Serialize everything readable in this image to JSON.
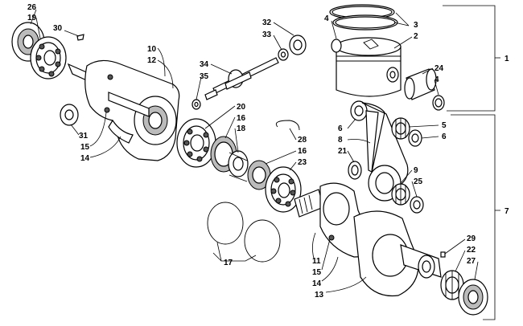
{
  "callouts": {
    "c26": "26",
    "c19": "19",
    "c30": "30",
    "c10": "10",
    "c12": "12",
    "c31": "31",
    "c15a": "15",
    "c14a": "14",
    "c32": "32",
    "c33": "33",
    "c34": "34",
    "c35": "35",
    "c4a": "4",
    "c3": "3",
    "c2": "2",
    "c1": "1",
    "c24": "24",
    "c4b": "4",
    "c20": "20",
    "c16a": "16",
    "c18": "18",
    "c28": "28",
    "c16b": "16",
    "c23": "23",
    "c6a": "6",
    "c8": "8",
    "c21": "21",
    "c5": "5",
    "c6b": "6",
    "c9": "9",
    "c25": "25",
    "c7": "7",
    "c17": "17",
    "c11": "11",
    "c15b": "15",
    "c14b": "14",
    "c13": "13",
    "c29": "29",
    "c22": "22",
    "c27": "27"
  },
  "colors": {
    "line": "#000000",
    "background": "#ffffff",
    "shade": "#bbbbbb"
  }
}
